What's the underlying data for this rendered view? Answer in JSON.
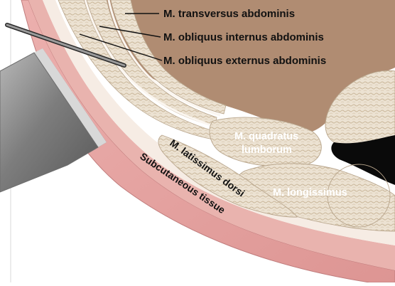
{
  "labels": {
    "transversus": "M. transversus abdominis",
    "obliquus_internus": "M. obliquus internus abdominis",
    "obliquus_externus": "M. obliquus externus abdominis",
    "quadratus_line1": "M. quadratus",
    "quadratus_line2": "lumborum",
    "longissimus": "M. longissimus",
    "latissimus": "M. latissimus dorsi",
    "subcutaneous": "Subcutaneous tissue"
  },
  "colors": {
    "skin": "#e8a8a6",
    "skin_edge": "#c07c7c",
    "muscle": "#ece2d2",
    "muscle_edge": "#b8a58c",
    "fascia": "#f7f1ea",
    "cavity": "#b08c72",
    "bone": "#0a0a0a",
    "probe": "#8c8c8c"
  },
  "icons": [
    "ultrasound-probe-icon",
    "block-needle-icon"
  ]
}
